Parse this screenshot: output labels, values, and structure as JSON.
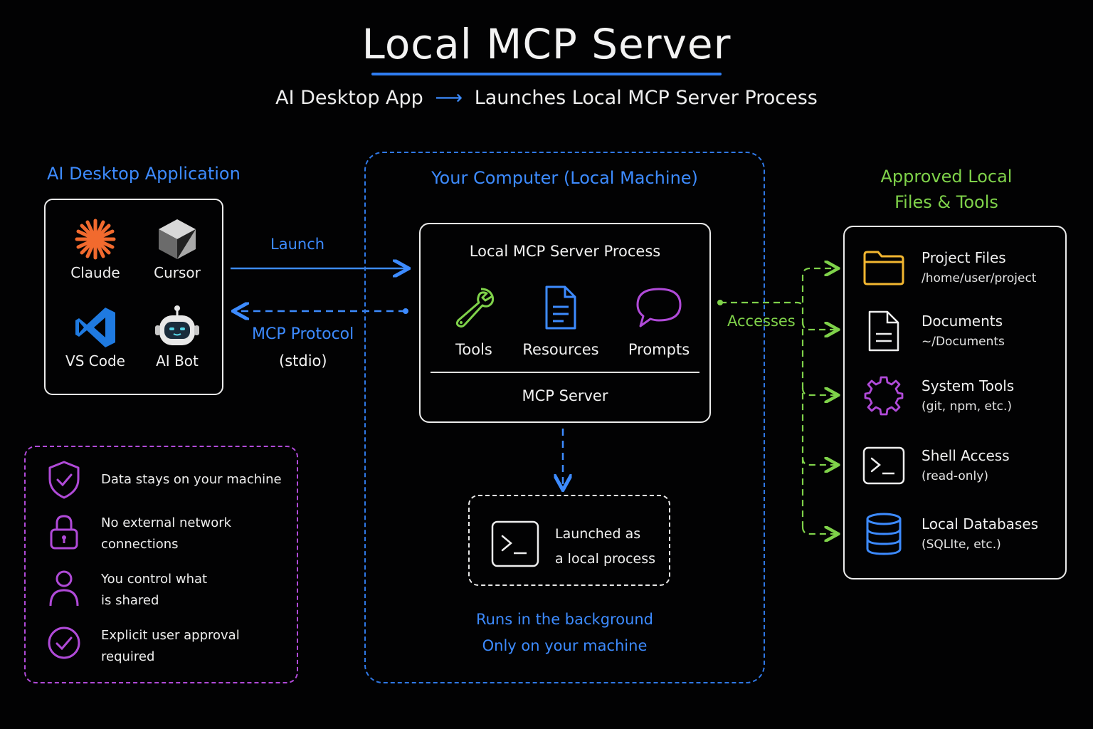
{
  "header": {
    "title": "Local MCP Server",
    "subtitle_from": "AI Desktop App",
    "subtitle_arrow": "⟶",
    "subtitle_to": "Launches Local MCP Server Process"
  },
  "desktop_app": {
    "heading": "AI Desktop Application",
    "apps": [
      {
        "name": "Claude",
        "icon": "claude-sunburst-icon"
      },
      {
        "name": "Cursor",
        "icon": "cursor-cube-icon"
      },
      {
        "name": "VS Code",
        "icon": "vscode-icon"
      },
      {
        "name": "AI Bot",
        "icon": "robot-icon"
      }
    ]
  },
  "connections": {
    "launch_label": "Launch",
    "protocol_label": "MCP Protocol",
    "protocol_sub": "(stdio)",
    "accesses_label": "Accesses"
  },
  "local_machine": {
    "heading": "Your Computer (Local Machine)",
    "server_process": {
      "title": "Local MCP Server Process",
      "items": [
        {
          "name": "Tools",
          "icon": "wrench-icon"
        },
        {
          "name": "Resources",
          "icon": "document-icon"
        },
        {
          "name": "Prompts",
          "icon": "speech-bubble-icon"
        }
      ],
      "footer": "MCP Server"
    },
    "process_note_line1": "Launched as",
    "process_note_line2": "a local process",
    "background_line1": "Runs in the background",
    "background_line2": "Only on your machine"
  },
  "privacy": {
    "items": [
      {
        "line1": "Data stays on your machine",
        "line2": "",
        "icon": "shield-check-icon"
      },
      {
        "line1": "No external network",
        "line2": "connections",
        "icon": "lock-icon"
      },
      {
        "line1": "You control what",
        "line2": "is shared",
        "icon": "user-icon"
      },
      {
        "line1": "Explicit user approval",
        "line2": "required",
        "icon": "check-circle-icon"
      }
    ]
  },
  "approved": {
    "heading_line1": "Approved Local",
    "heading_line2": "Files & Tools",
    "items": [
      {
        "name": "Project Files",
        "sub": "/home/user/project",
        "icon": "folder-icon"
      },
      {
        "name": "Documents",
        "sub": "~/Documents",
        "icon": "document-icon"
      },
      {
        "name": "System Tools",
        "sub": "(git, npm, etc.)",
        "icon": "gear-icon"
      },
      {
        "name": "Shell Access",
        "sub": "(read-only)",
        "icon": "terminal-icon"
      },
      {
        "name": "Local Databases",
        "sub": "(SQLIte, etc.)",
        "icon": "database-icon"
      }
    ]
  },
  "colors": {
    "blue": "#3d8bff",
    "green": "#7fd24a",
    "purple": "#b04ad8",
    "orange": "#f26a2e",
    "yellow": "#f2b630"
  }
}
